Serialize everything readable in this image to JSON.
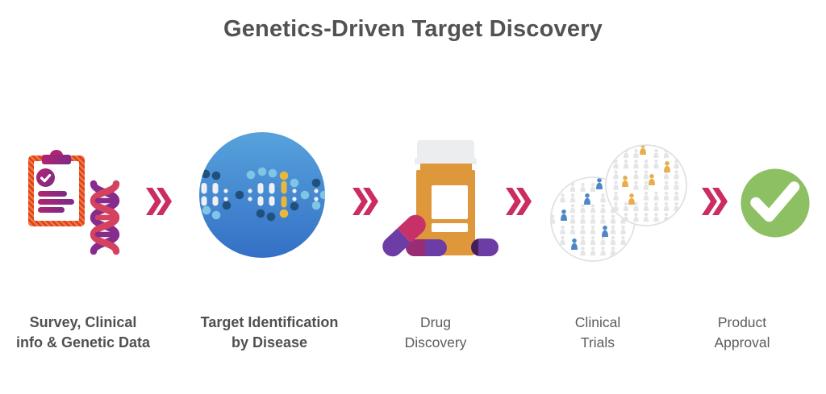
{
  "title": "Genetics-Driven Target Discovery",
  "steps": [
    {
      "name": "survey-genetic-data",
      "label_lines": [
        "Survey, Clinical",
        "info & Genetic Data"
      ],
      "emphasis": true,
      "icon": "clipboard-and-dna-helix"
    },
    {
      "name": "target-identification",
      "label_lines": [
        "Target Identification",
        "by Disease"
      ],
      "emphasis": true,
      "icon": "genome-sequence-circle"
    },
    {
      "name": "drug-discovery",
      "label_lines": [
        "Drug",
        "Discovery"
      ],
      "emphasis": false,
      "icon": "pill-bottle-with-capsules"
    },
    {
      "name": "clinical-trials",
      "label_lines": [
        "Clinical",
        "Trials"
      ],
      "emphasis": false,
      "icon": "population-circles"
    },
    {
      "name": "product-approval",
      "label_lines": [
        "Product",
        "Approval"
      ],
      "emphasis": false,
      "icon": "check-circle"
    }
  ],
  "connector": {
    "icon": "double-chevron-right",
    "count": 4
  },
  "colors": {
    "title_text": "#515254",
    "label_text": "#5B5C5E",
    "label_bold_text": "#4F5052",
    "chevron_pink": "#CB2D60",
    "clip_red": "#E23A2E",
    "clip_orange": "#ED7F2F",
    "clip_magenta": "#B02470",
    "clip_purple": "#7C2B88",
    "dna_pink": "#D5425F",
    "dna_purple": "#862C8D",
    "genome_top": "#57A2DC",
    "genome_bottom": "#3470C6",
    "genome_bar": "#EEF0F3",
    "genome_dark": "#20517E",
    "genome_light": "#7FC5E5",
    "genome_yellow": "#E9B73C",
    "bottle_orange": "#DE983B",
    "bottle_cap": "#ECEDEF",
    "capsule_pink": "#C73168",
    "capsule_purple": "#6B3DA5",
    "capsule_magenta": "#992C72",
    "capsule_dark_purple": "#43205C",
    "person_gray": "#E4E5E7",
    "person_blue": "#4E86C6",
    "person_yellow": "#E9AE4B",
    "approval_green": "#8CC063",
    "circle_border": "#E0E1E3"
  }
}
